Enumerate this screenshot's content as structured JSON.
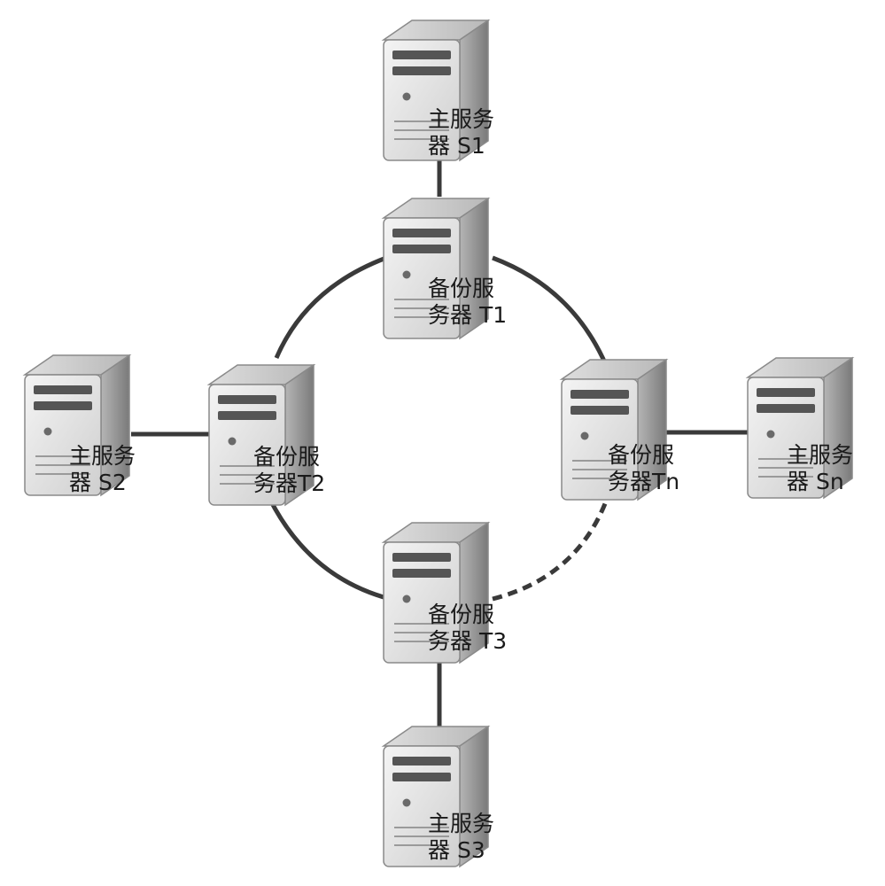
{
  "colors": {
    "background": "#ffffff",
    "link": "#3a3a3a",
    "server_front": "#e6e6e6",
    "server_side": "#9a9a9a",
    "server_outline": "#8a8a8a",
    "label_text": "#1a1a1a"
  },
  "servers": [
    {
      "id": "S1",
      "role": "primary",
      "icon": "server-icon",
      "label_lines": [
        "主服务",
        "器 S1"
      ]
    },
    {
      "id": "T1",
      "role": "backup",
      "icon": "server-icon",
      "label_lines": [
        "备份服",
        "务器 T1"
      ]
    },
    {
      "id": "S2",
      "role": "primary",
      "icon": "server-icon",
      "label_lines": [
        "主服务",
        "器 S2"
      ]
    },
    {
      "id": "T2",
      "role": "backup",
      "icon": "server-icon",
      "label_lines": [
        "备份服",
        "务器T2"
      ]
    },
    {
      "id": "Tn",
      "role": "backup",
      "icon": "server-icon",
      "label_lines": [
        "备份服",
        "务器Tn"
      ]
    },
    {
      "id": "Sn",
      "role": "primary",
      "icon": "server-icon",
      "label_lines": [
        "主服务",
        "器 Sn"
      ]
    },
    {
      "id": "T3",
      "role": "backup",
      "icon": "server-icon",
      "label_lines": [
        "备份服",
        "务器 T3"
      ]
    },
    {
      "id": "S3",
      "role": "primary",
      "icon": "server-icon",
      "label_lines": [
        "主服务",
        "器 S3"
      ]
    }
  ],
  "links": [
    {
      "from": "S1",
      "to": "T1",
      "style": "solid"
    },
    {
      "from": "S2",
      "to": "T2",
      "style": "solid"
    },
    {
      "from": "Tn",
      "to": "Sn",
      "style": "solid"
    },
    {
      "from": "T3",
      "to": "S3",
      "style": "solid"
    },
    {
      "from": "T1",
      "to": "T2",
      "style": "solid",
      "shape": "ring-arc"
    },
    {
      "from": "T1",
      "to": "Tn",
      "style": "solid",
      "shape": "ring-arc"
    },
    {
      "from": "T2",
      "to": "T3",
      "style": "solid",
      "shape": "ring-arc"
    },
    {
      "from": "T3",
      "to": "Tn",
      "style": "dashed",
      "shape": "ring-arc"
    }
  ]
}
